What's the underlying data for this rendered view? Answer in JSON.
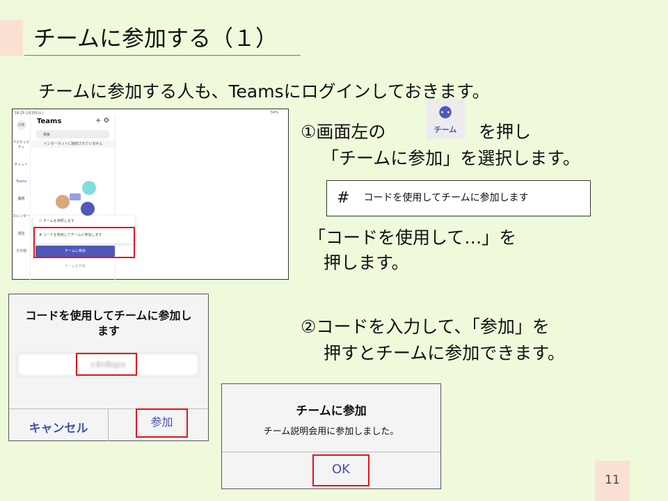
{
  "slide": {
    "title": "チームに参加する（１）",
    "intro": "チームに参加する人も、Teamsにログインしておきます。",
    "page_number": "11"
  },
  "step1": {
    "line1_a": "①画面左の",
    "icon_label": "チーム",
    "line1_b": "を押し",
    "line2": "「チームに参加」を選択します。",
    "code_option": "コードを使用してチームに参加します",
    "hash": "#",
    "line3": "「コードを使用して…」を",
    "line4": "押します。"
  },
  "step2": {
    "line1": "②コードを入力して、「参加」を",
    "line2": "押すとチームに参加できます。"
  },
  "teams_screen": {
    "status_time": "18:25 1月3日(火)",
    "battery": "54%",
    "avatar": "川歩",
    "app_title": "Teams",
    "search_placeholder": "検索",
    "offline": "インターネットに接続されていません",
    "rail": [
      "アクティビティ",
      "チャット",
      "Teams",
      "課題",
      "カレンダー",
      "通話",
      "その他"
    ],
    "menu": [
      "チームを参照します",
      "コードを使用してチームに参加します"
    ],
    "join_button": "チームに参加",
    "create_team": "チームを作成"
  },
  "code_dialog": {
    "title": "コードを使用してチームに参加します",
    "code_value": "c4n8qzx",
    "cancel": "キャンセル",
    "join": "参加"
  },
  "joined_dialog": {
    "title": "チームに参加",
    "message": "チーム説明会用に参加しました。",
    "ok": "OK"
  },
  "colors": {
    "background": "#effadb",
    "accent_pink": "#fbe1d3",
    "teams_purple": "#5058b8",
    "highlight_red": "#e0141b"
  }
}
